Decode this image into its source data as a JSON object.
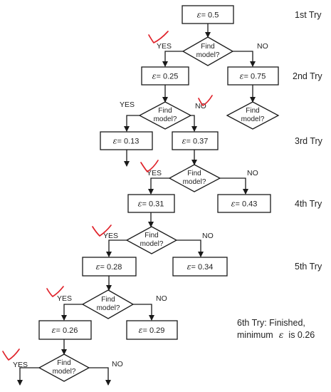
{
  "diagram": {
    "epsilon_symbol": "ε",
    "equals": "= ",
    "decision_line1": "Find",
    "decision_line2": "model?",
    "yes_label": "YES",
    "no_label": "NO",
    "tries": {
      "try1": "1st Try",
      "try2": "2nd Try",
      "try3": "3rd Try",
      "try4": "4th Try",
      "try5": "5th Try",
      "try6_line1": "6th Try: Finished,",
      "try6_line2_prefix": "minimum",
      "try6_line2_suffix": "is 0.26"
    },
    "values": {
      "b1": "0.5",
      "b2l": "0.25",
      "b2r": "0.75",
      "b3l": "0.13",
      "b3r": "0.37",
      "b4l": "0.31",
      "b4r": "0.43",
      "b5l": "0.28",
      "b5r": "0.34",
      "b6l": "0.26",
      "b6r": "0.29"
    },
    "colors": {
      "line": "#1a1a1a",
      "check": "#e0222a",
      "text": "#222222"
    }
  }
}
